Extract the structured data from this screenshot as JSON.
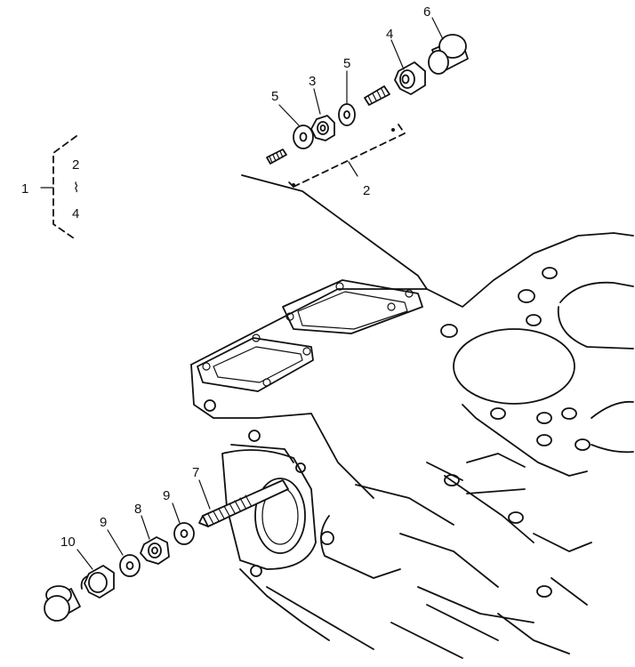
{
  "callouts": {
    "c1": "1",
    "c2_bracket": "2",
    "c_squiggle": "⌇",
    "c4_bracket": "4",
    "c2_lower": "2",
    "c5_left": "5",
    "c3": "3",
    "c5_right": "5",
    "c4_top": "4",
    "c6": "6",
    "c7": "7",
    "c8": "8",
    "c9_left": "9",
    "c9_right": "9",
    "c10": "10"
  },
  "colors": {
    "ink": "#111111",
    "paper": "#ffffff"
  }
}
